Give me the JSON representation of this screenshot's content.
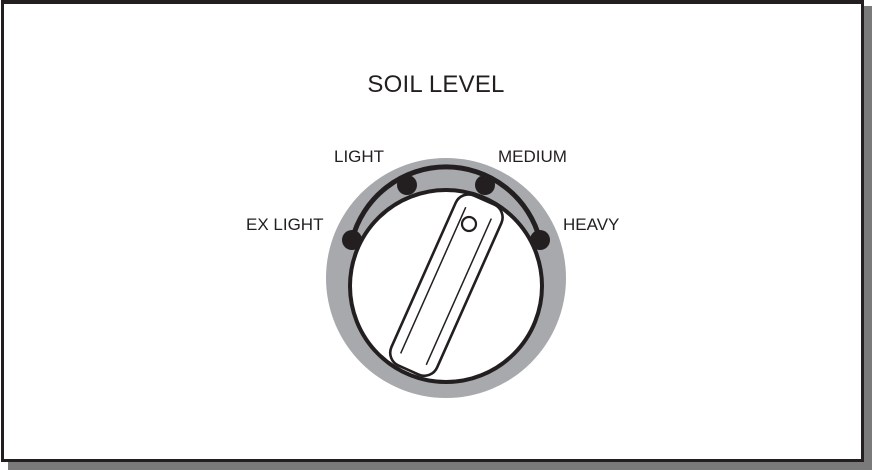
{
  "title": "SOIL LEVEL",
  "settings": [
    {
      "label": "EX LIGHT"
    },
    {
      "label": "LIGHT"
    },
    {
      "label": "MEDIUM"
    },
    {
      "label": "HEAVY"
    }
  ],
  "colors": {
    "ink": "#231f20",
    "bezel": "#a7a9ac",
    "shadow": "#7a7a7a",
    "background": "#ffffff"
  }
}
